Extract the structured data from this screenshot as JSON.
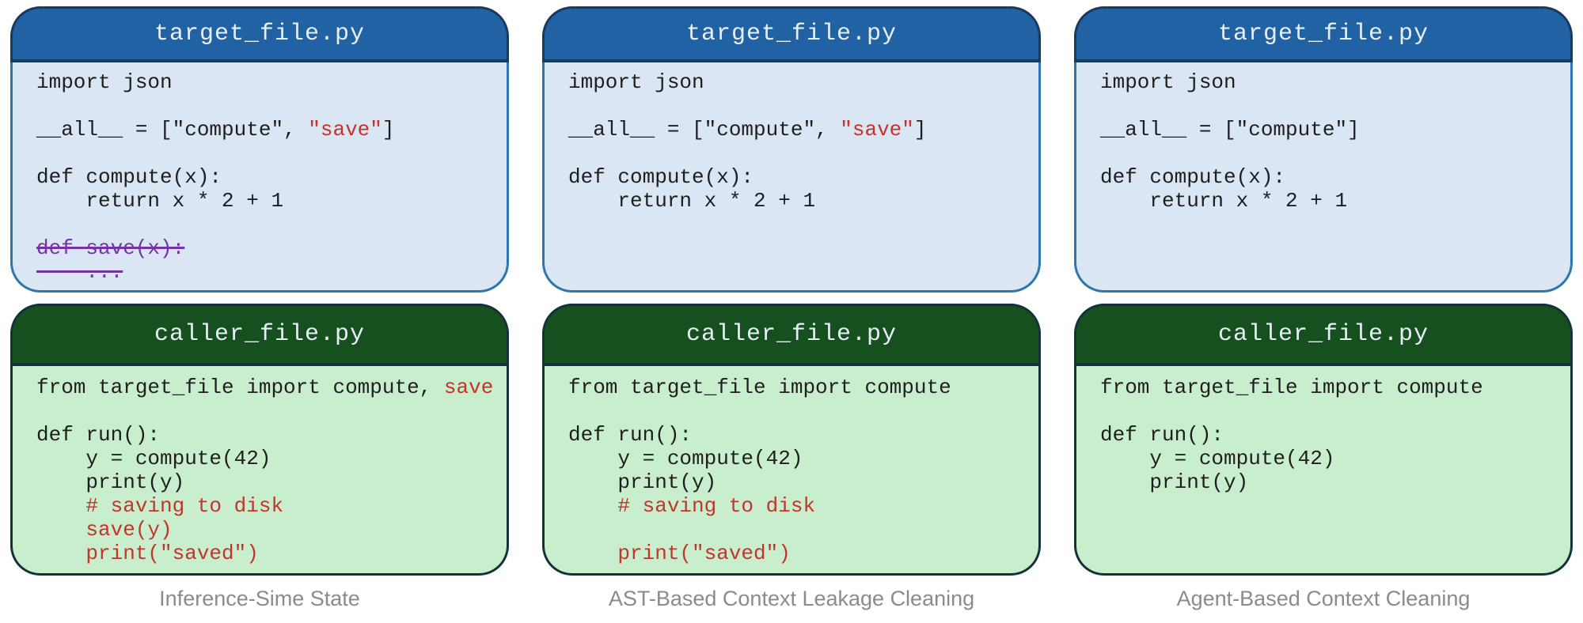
{
  "figure": {
    "colors": {
      "blue_header_bg": "#2062a3",
      "blue_header_border": "#1a3a5c",
      "blue_body_bg": "#dbe6f4",
      "blue_body_border": "#2e74ae",
      "green_header_bg": "#15501e",
      "green_border": "#17313a",
      "green_body_bg": "#c9eecd",
      "code_color": "#1e1e1e",
      "red_color": "#c2352a",
      "purple_color": "#7434a4",
      "title_color": "#e9eff6",
      "caption_color": "#8b8b8b",
      "page_bg": "#ffffff"
    },
    "columns": [
      {
        "caption": "Inference-Sime State",
        "files": [
          {
            "kind": "target",
            "title": "target_file.py",
            "lines": [
              [
                {
                  "t": "import json",
                  "c": "code"
                }
              ],
              [],
              [
                {
                  "t": "__all__ = [\"compute\", ",
                  "c": "code"
                },
                {
                  "t": "\"save\"",
                  "c": "red"
                },
                {
                  "t": "]",
                  "c": "code"
                }
              ],
              [],
              [
                {
                  "t": "def compute(x):",
                  "c": "code"
                }
              ],
              [
                {
                  "t": "    return x * 2 + 1",
                  "c": "code"
                }
              ],
              [],
              [
                {
                  "t": "def save(x):",
                  "c": "strike"
                }
              ],
              [
                {
                  "t": "    ...",
                  "c": "strike"
                }
              ]
            ]
          },
          {
            "kind": "caller",
            "title": "caller_file.py",
            "lines": [
              [
                {
                  "t": "from target_file import compute, ",
                  "c": "code"
                },
                {
                  "t": "save",
                  "c": "red"
                }
              ],
              [],
              [
                {
                  "t": "def run():",
                  "c": "code"
                }
              ],
              [
                {
                  "t": "    y = compute(42)",
                  "c": "code"
                }
              ],
              [
                {
                  "t": "    print(y)",
                  "c": "code"
                }
              ],
              [
                {
                  "t": "    # saving to disk",
                  "c": "red"
                }
              ],
              [
                {
                  "t": "    save(y)",
                  "c": "red"
                }
              ],
              [
                {
                  "t": "    print(\"saved\")",
                  "c": "red"
                }
              ]
            ]
          }
        ]
      },
      {
        "caption": "AST-Based Context Leakage Cleaning",
        "files": [
          {
            "kind": "target",
            "title": "target_file.py",
            "lines": [
              [
                {
                  "t": "import json",
                  "c": "code"
                }
              ],
              [],
              [
                {
                  "t": "__all__ = [\"compute\", ",
                  "c": "code"
                },
                {
                  "t": "\"save\"",
                  "c": "red"
                },
                {
                  "t": "]",
                  "c": "code"
                }
              ],
              [],
              [
                {
                  "t": "def compute(x):",
                  "c": "code"
                }
              ],
              [
                {
                  "t": "    return x * 2 + 1",
                  "c": "code"
                }
              ]
            ]
          },
          {
            "kind": "caller",
            "title": "caller_file.py",
            "lines": [
              [
                {
                  "t": "from target_file import compute",
                  "c": "code"
                }
              ],
              [],
              [
                {
                  "t": "def run():",
                  "c": "code"
                }
              ],
              [
                {
                  "t": "    y = compute(42)",
                  "c": "code"
                }
              ],
              [
                {
                  "t": "    print(y)",
                  "c": "code"
                }
              ],
              [
                {
                  "t": "    # saving to disk",
                  "c": "red"
                }
              ],
              [],
              [
                {
                  "t": "    print(\"saved\")",
                  "c": "red"
                }
              ]
            ]
          }
        ]
      },
      {
        "caption": "Agent-Based Context Cleaning",
        "files": [
          {
            "kind": "target",
            "title": "target_file.py",
            "lines": [
              [
                {
                  "t": "import json",
                  "c": "code"
                }
              ],
              [],
              [
                {
                  "t": "__all__ = [\"compute\"]",
                  "c": "code"
                }
              ],
              [],
              [
                {
                  "t": "def compute(x):",
                  "c": "code"
                }
              ],
              [
                {
                  "t": "    return x * 2 + 1",
                  "c": "code"
                }
              ]
            ]
          },
          {
            "kind": "caller",
            "title": "caller_file.py",
            "lines": [
              [
                {
                  "t": "from target_file import compute",
                  "c": "code"
                }
              ],
              [],
              [
                {
                  "t": "def run():",
                  "c": "code"
                }
              ],
              [
                {
                  "t": "    y = compute(42)",
                  "c": "code"
                }
              ],
              [
                {
                  "t": "    print(y)",
                  "c": "code"
                }
              ]
            ]
          }
        ]
      }
    ]
  }
}
